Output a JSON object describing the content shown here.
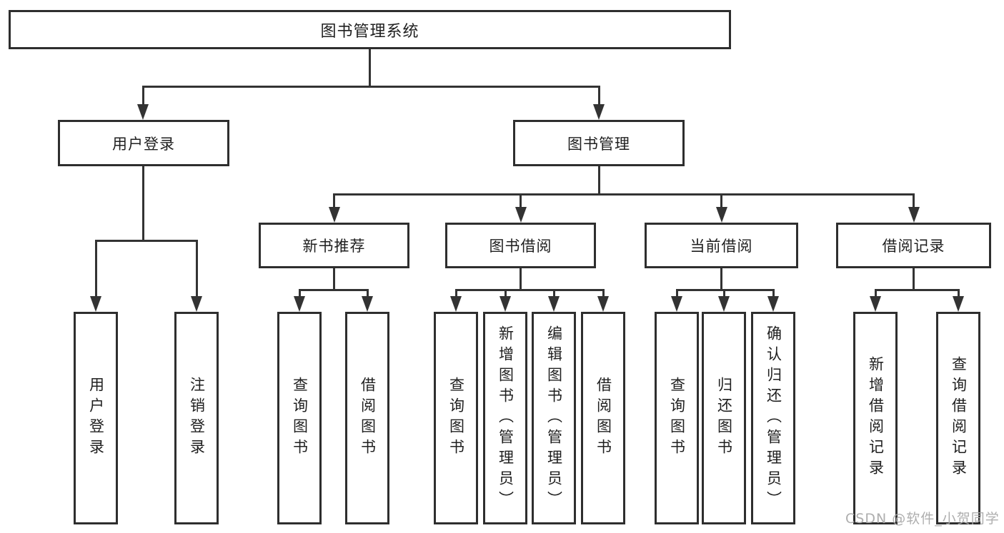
{
  "diagram": {
    "title": "图书管理系统",
    "root": {
      "label": "图书管理系统"
    },
    "level2": [
      {
        "label": "用户登录"
      },
      {
        "label": "图书管理"
      }
    ],
    "level3": [
      {
        "label": "新书推荐"
      },
      {
        "label": "图书借阅"
      },
      {
        "label": "当前借阅"
      },
      {
        "label": "借阅记录"
      }
    ],
    "leaves": {
      "user_login": [
        {
          "label": "用户登录"
        },
        {
          "label": "注销登录"
        }
      ],
      "new_book": [
        {
          "label": "查询图书"
        },
        {
          "label": "借阅图书"
        }
      ],
      "book_borrow": [
        {
          "label": "查询图书"
        },
        {
          "label": "新增图书（管理员）"
        },
        {
          "label": "编辑图书（管理员）"
        },
        {
          "label": "借阅图书"
        }
      ],
      "current_borrow": [
        {
          "label": "查询图书"
        },
        {
          "label": "归还图书"
        },
        {
          "label": "确认归还（管理员）"
        }
      ],
      "borrow_record": [
        {
          "label": "新增借阅记录"
        },
        {
          "label": "查询借阅记录"
        }
      ]
    },
    "watermark": "CSDN @软件_小贺同学",
    "colors": {
      "line": "#333333",
      "border": "#2e2e2e",
      "text": "#1f1f1f",
      "watermark": "#aaaaaa",
      "background": "#ffffff"
    }
  }
}
